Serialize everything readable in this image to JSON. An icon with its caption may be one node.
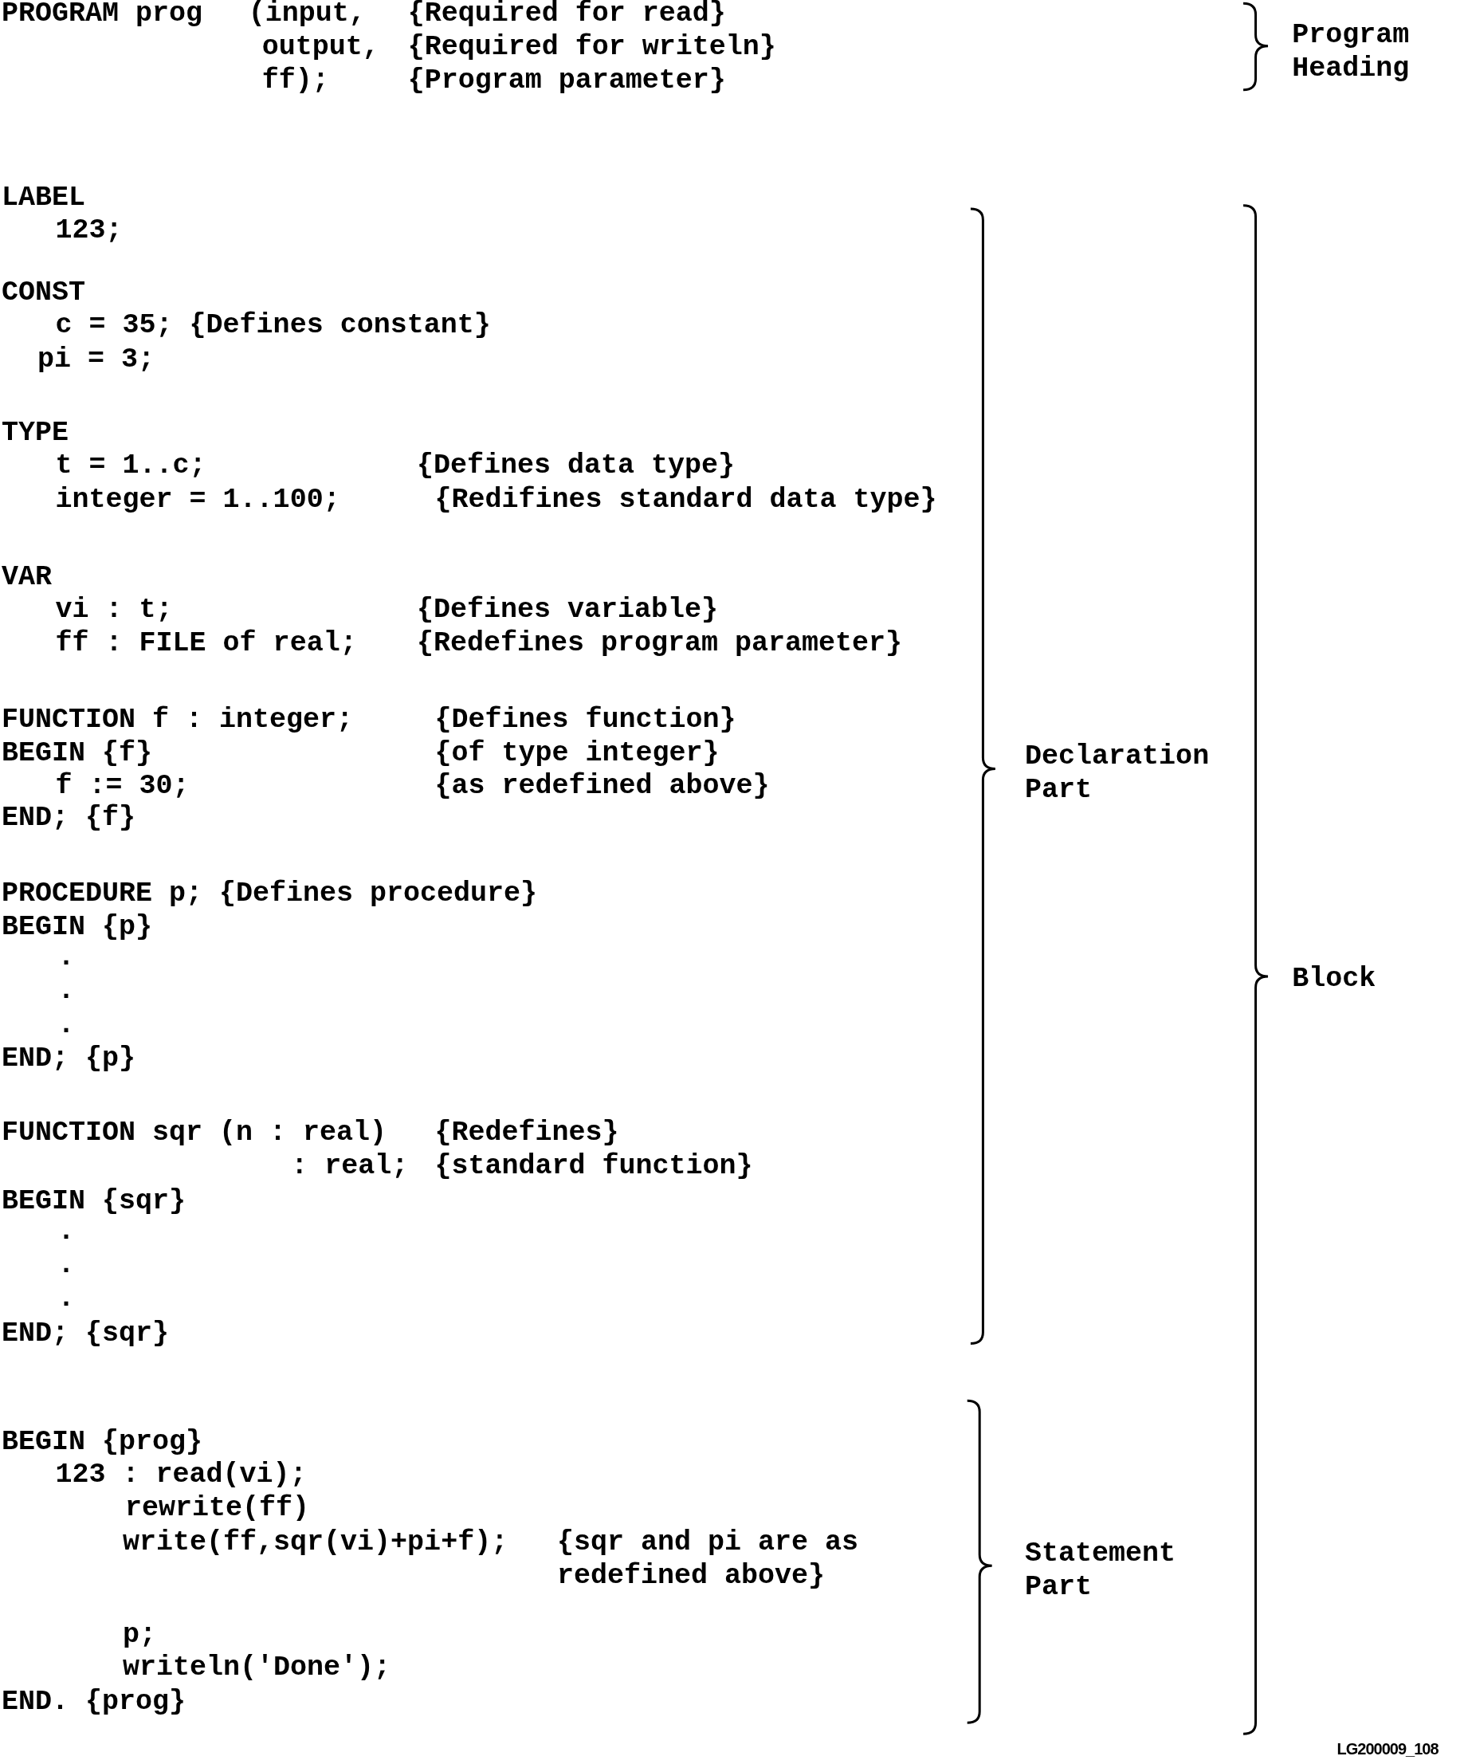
{
  "diagram": {
    "labels": [
      "PROGRAM prog",
      "(input,",
      "{Required for read}",
      "output,",
      "{Required for writeln}",
      "ff);",
      "{Program parameter}",
      "Program Heading",
      "LABEL",
      "123;",
      "CONST",
      "c = 35; {Defines constant}",
      "pi = 3;",
      "TYPE",
      "t = 1..c;",
      "{Defines data type}",
      "integer = 1..100;",
      "{Redifines standard data type}",
      "VAR",
      "vi : t;",
      "{Defines variable}",
      "ff : FILE of real;",
      "{Redefines program parameter}",
      "FUNCTION f : integer;",
      "{Defines function}",
      "BEGIN {f}",
      "{of type integer}",
      "f := 30;",
      "{as redefined above}",
      "END; {f}",
      "PROCEDURE p; {Defines procedure}",
      "BEGIN {p}",
      ".",
      ".",
      ".",
      "END; {p}",
      "FUNCTION sqr (n : real)",
      "{Redefines}",
      ": real;",
      "{standard function}",
      "BEGIN {sqr}",
      ".",
      ".",
      ".",
      "END; {sqr}",
      "BEGIN {prog}",
      "123 : read(vi);",
      "rewrite(ff)",
      "write(ff,sqr(vi)+pi+f);",
      "{sqr and pi are as redefined above}",
      "p;",
      "writeln('Done');",
      "END. {prog}",
      "Declaration Part",
      "Statement Part",
      "Block",
      "LG200009_108"
    ]
  }
}
